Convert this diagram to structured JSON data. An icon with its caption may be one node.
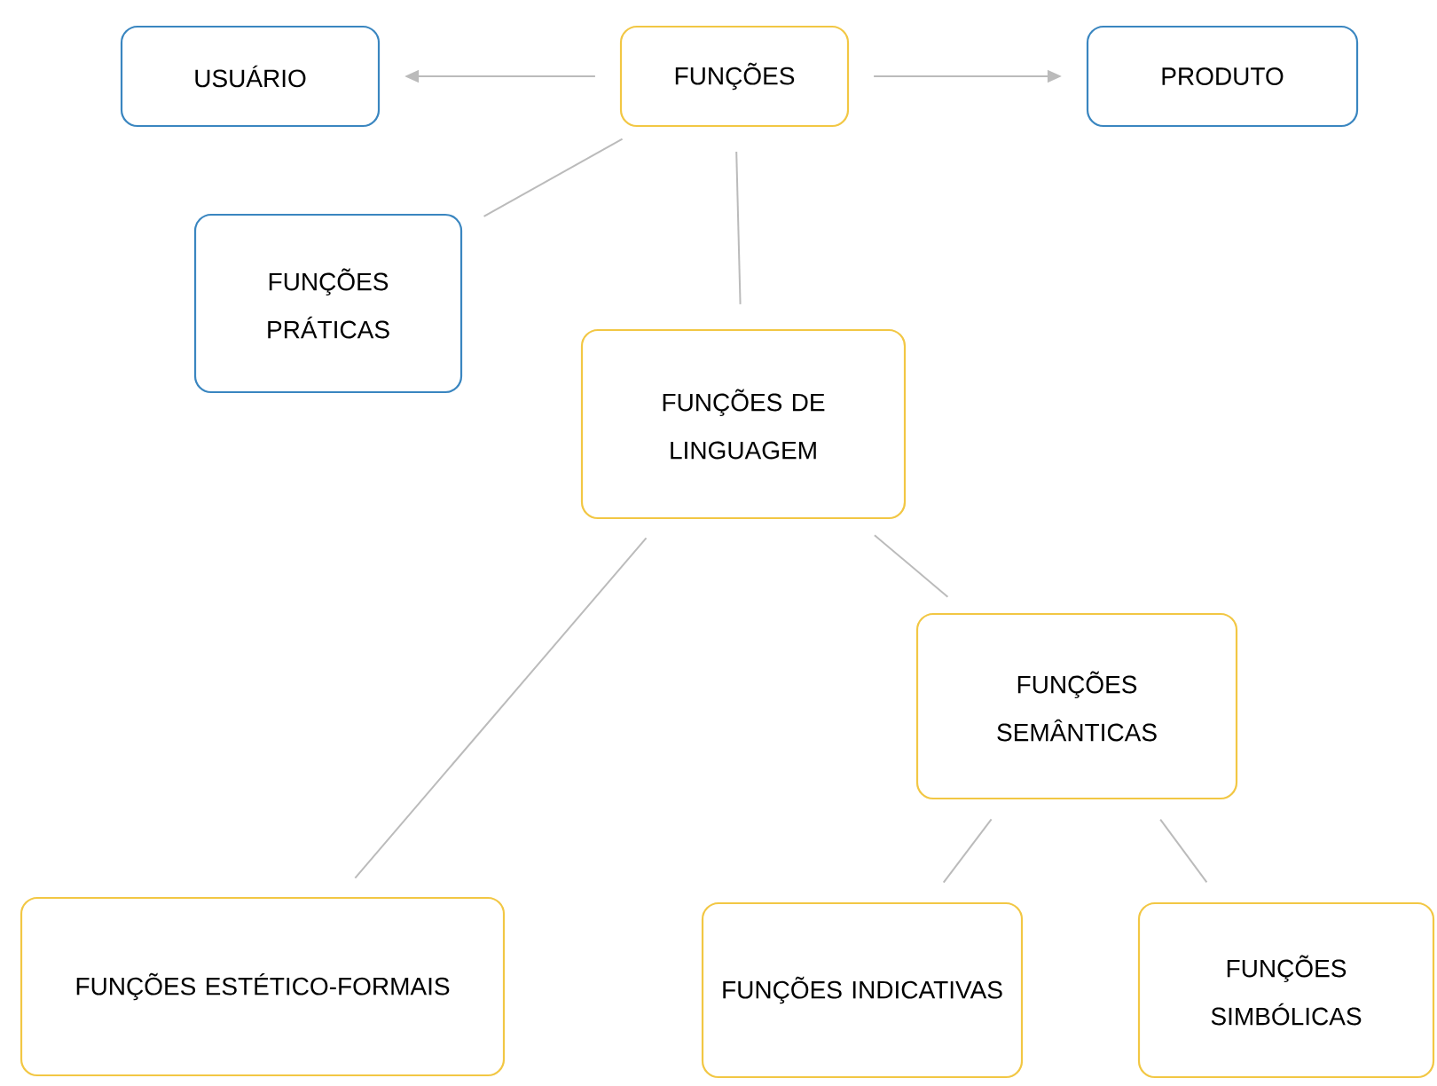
{
  "diagram": {
    "nodes": [
      {
        "text": [
          "FUNÇÕES"
        ]
      },
      {
        "text": [
          "USUÁRIO"
        ]
      },
      {
        "text": [
          "PRODUTO"
        ]
      },
      {
        "text": [
          "FUNÇÕES PRÁTICAS"
        ]
      },
      {
        "text": [
          "FUNÇÕES DE LINGUAGEM"
        ]
      },
      {
        "text": [
          "FUNÇÕES SEMÂNTICAS"
        ]
      },
      {
        "text": [
          "FUNÇÕES ESTÉTICO-FORMAIS"
        ]
      },
      {
        "text": [
          "FUNÇÕES INDICATIVAS"
        ]
      },
      {
        "text": [
          "FUNÇÕES SIMBÓLICAS"
        ]
      }
    ],
    "edges": [
      {
        "from": 0,
        "to": 1,
        "arrow": "to"
      },
      {
        "from": 0,
        "to": 2,
        "arrow": "to"
      },
      {
        "from": 0,
        "to": 3,
        "arrow": "none"
      },
      {
        "from": 0,
        "to": 4,
        "arrow": "none"
      },
      {
        "from": 4,
        "to": 6,
        "arrow": "none"
      },
      {
        "from": 4,
        "to": 5,
        "arrow": "none"
      },
      {
        "from": 5,
        "to": 7,
        "arrow": "none"
      },
      {
        "from": 5,
        "to": 8,
        "arrow": "none"
      }
    ]
  }
}
